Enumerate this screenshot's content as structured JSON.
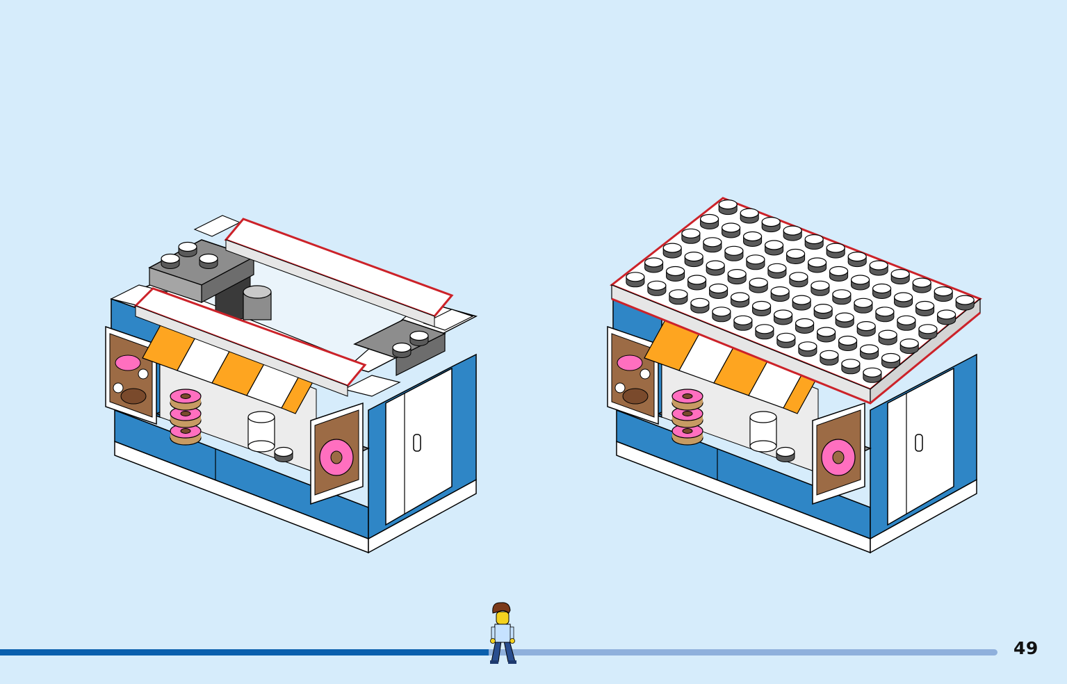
{
  "page": {
    "number": "49",
    "background": "#d6ecfb"
  },
  "steps": [
    {
      "name": "step-before",
      "highlight_color": "#cc2229"
    },
    {
      "name": "step-after",
      "highlight_color": "#cc2229",
      "plate_studs": [
        6,
        12
      ]
    }
  ],
  "progress": {
    "fraction": 0.49,
    "done_color": "#0a5fad",
    "remaining_color": "#8fb0dc"
  },
  "colors": {
    "brick_blue": "#2f86c6",
    "brick_white": "#ffffff",
    "brick_gray": "#8d8d8d",
    "brick_dark": "#3a3a3a",
    "awning_orange": "#fea520",
    "sign_brown": "#9c6b45",
    "donut_pink": "#ff6fbf"
  },
  "icons": [
    "minifigure-icon"
  ]
}
